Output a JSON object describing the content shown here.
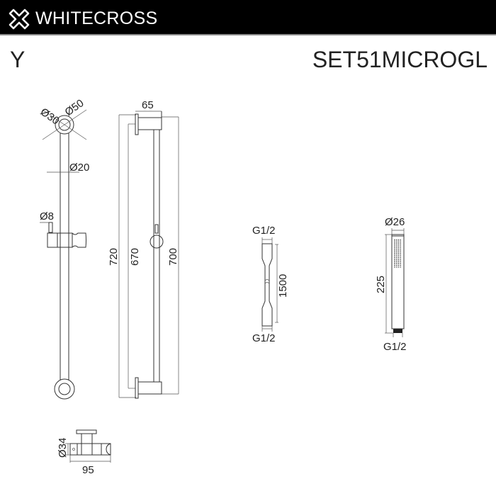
{
  "header": {
    "brand": "WHITECROSS",
    "logo_icon": "cross-outline-icon",
    "background": "#000000"
  },
  "title": {
    "series": "Y",
    "product_code": "SET51MICROGL"
  },
  "views": {
    "rail_front": {
      "labels": {
        "top_inner_dia": "Ø30",
        "top_outer_dia": "Ø50",
        "rail_dia": "Ø20",
        "pin_dia": "Ø8"
      }
    },
    "rail_side": {
      "labels": {
        "depth": "65",
        "total_height": "720",
        "inner_height": "670",
        "bar_height": "700"
      }
    },
    "holder_top": {
      "labels": {
        "dia": "Ø34",
        "width": "95"
      }
    },
    "hose": {
      "labels": {
        "top_thread": "G1/2",
        "length": "1500",
        "bottom_thread": "G1/2"
      }
    },
    "hand_shower": {
      "labels": {
        "dia": "Ø26",
        "length": "225",
        "thread": "G1/2"
      }
    }
  }
}
